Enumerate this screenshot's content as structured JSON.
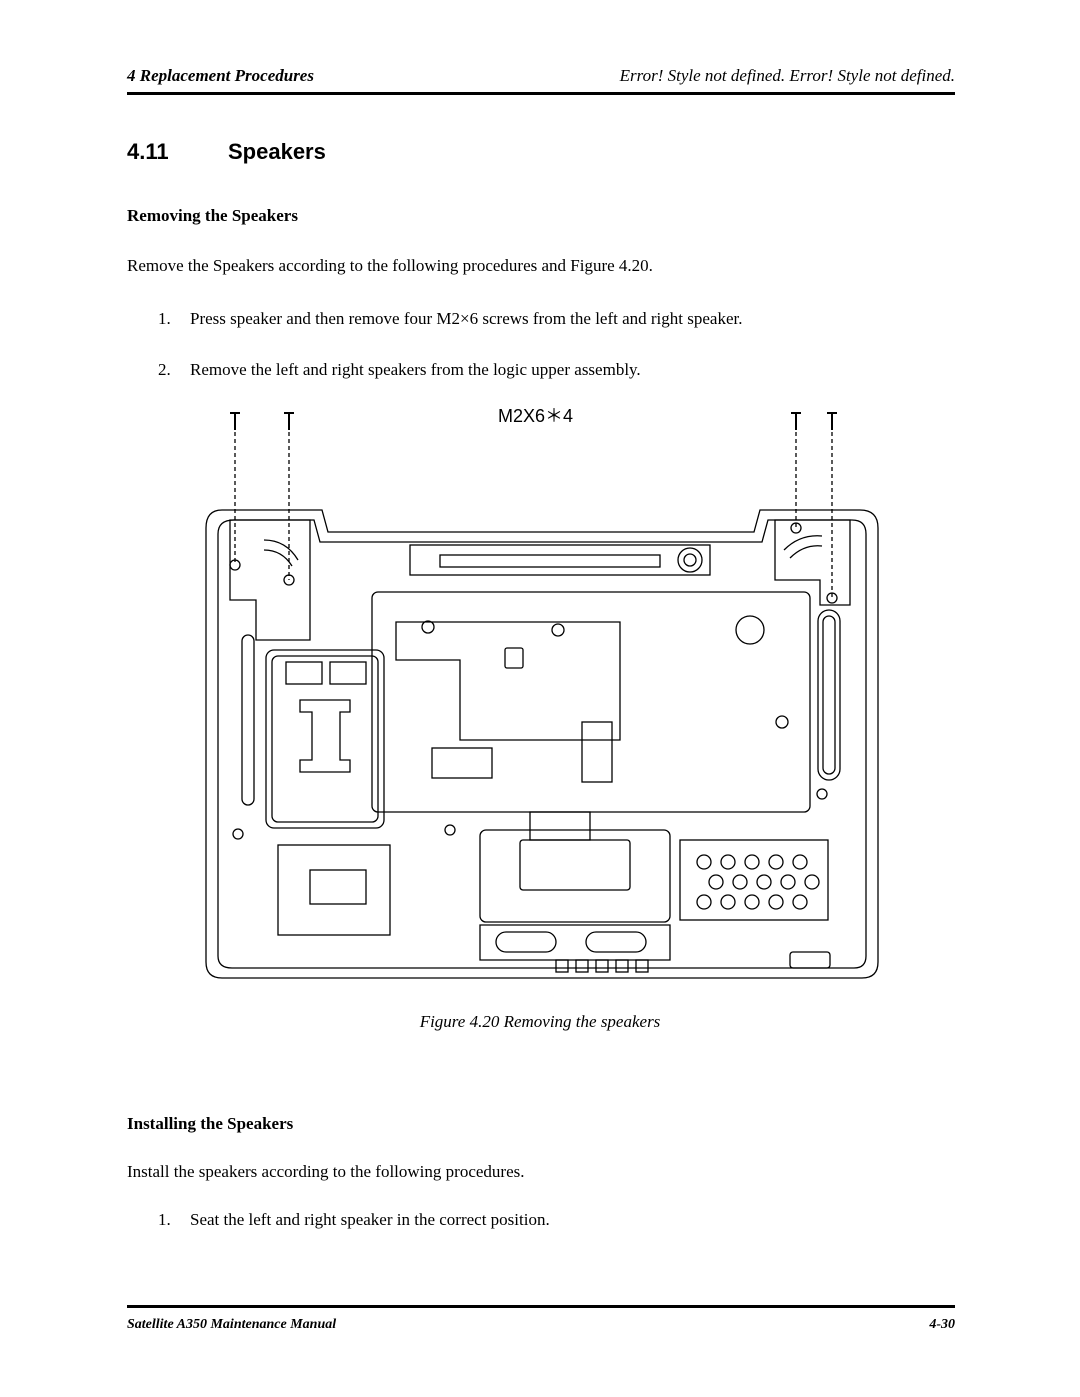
{
  "header": {
    "left": "4 Replacement Procedures",
    "right": "Error! Style not defined. Error! Style not defined."
  },
  "section": {
    "number": "4.11",
    "title": "Speakers"
  },
  "removing": {
    "heading": "Removing the Speakers",
    "intro": "Remove the Speakers according to the following procedures and Figure 4.20.",
    "steps": [
      {
        "num": "1.",
        "text": "Press speaker and then remove four M2×6 screws from the left and right speaker."
      },
      {
        "num": "2.",
        "text": "Remove the left and right speakers from the logic upper assembly."
      }
    ]
  },
  "figure": {
    "screw_label": "M2X6＊4",
    "caption": "Figure 4.20 Removing the speakers"
  },
  "installing": {
    "heading": "Installing the Speakers",
    "intro": "Install the speakers according to the following procedures.",
    "steps": [
      {
        "num": "1.",
        "text": "Seat the left and right speaker in the correct position."
      }
    ]
  },
  "footer": {
    "left": "Satellite A350 Maintenance Manual",
    "right": "4-30"
  }
}
